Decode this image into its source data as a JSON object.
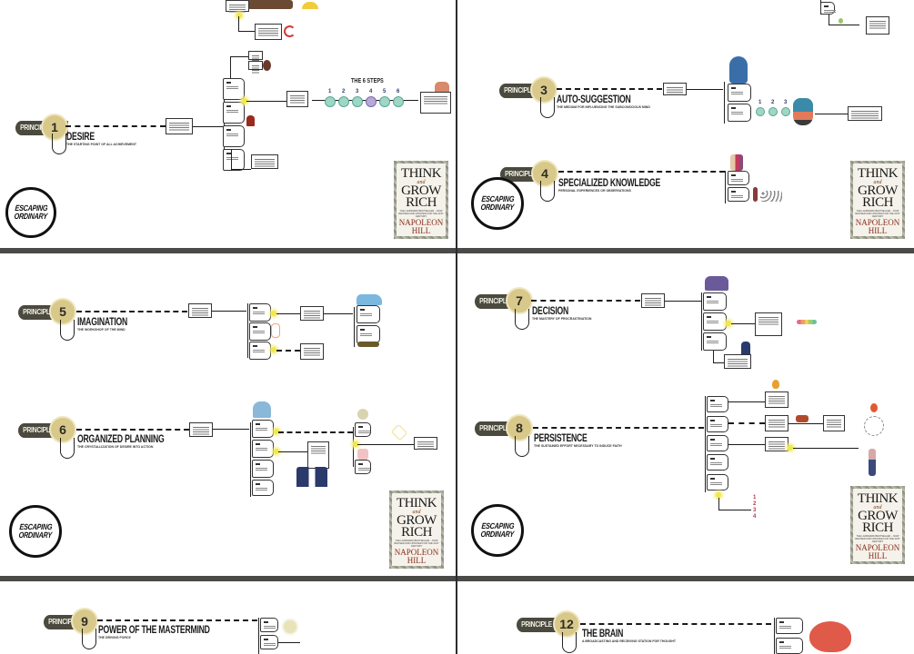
{
  "document": {
    "title": "Think and Grow Rich – 13 Principles Mind Maps",
    "brand_logo": [
      "ESCAPING",
      "ORDINARY"
    ],
    "book_cover": {
      "title_top": "THINK",
      "title_and": "and",
      "title_mid": "GROW",
      "title_bottom": "RICH",
      "tagline": "THE LANDMARK BESTSELLER – NOW REVISED AND UPDATED FOR THE 21ST CENTURY",
      "author_first": "NAPOLEON",
      "author_last": "HILL"
    },
    "principle_label": "PRINCIPLE",
    "principles": [
      {
        "number": "1",
        "title": "DESIRE",
        "subtitle": "The starting point of all achievement"
      },
      {
        "number": "3",
        "title": "AUTO-SUGGESTION",
        "subtitle": "The medium for influencing the subconscious mind"
      },
      {
        "number": "4",
        "title": "SPECIALIZED KNOWLEDGE",
        "subtitle": "Personal experiences or observations"
      },
      {
        "number": "5",
        "title": "IMAGINATION",
        "subtitle": "The workshop of the mind"
      },
      {
        "number": "6",
        "title": "ORGANIZED PLANNING",
        "subtitle": "The crystallization of desire into action"
      },
      {
        "number": "7",
        "title": "DECISION",
        "subtitle": "The mastery of procrastination"
      },
      {
        "number": "8",
        "title": "PERSISTENCE",
        "subtitle": "The sustained effort necessary to induce faith"
      },
      {
        "number": "9",
        "title": "POWER OF THE MASTERMIND",
        "subtitle": "The driving force"
      },
      {
        "number": "12",
        "title": "THE BRAIN",
        "subtitle": "A broadcasting and receiving station for thought"
      }
    ],
    "six_steps": {
      "title": "THE 6 STEPS",
      "steps": [
        "1",
        "2",
        "3",
        "4",
        "5",
        "6"
      ]
    },
    "autosuggestion_steps": [
      "1",
      "2",
      "3"
    ],
    "persistence_steps": [
      "1",
      "2",
      "3",
      "4"
    ],
    "colors": {
      "pill": "#4b4a3e",
      "badge": "#d8c98b",
      "divider": "#4a4a48",
      "highlight": "#f1e84a",
      "step_circle": "#9fd6c6"
    }
  }
}
